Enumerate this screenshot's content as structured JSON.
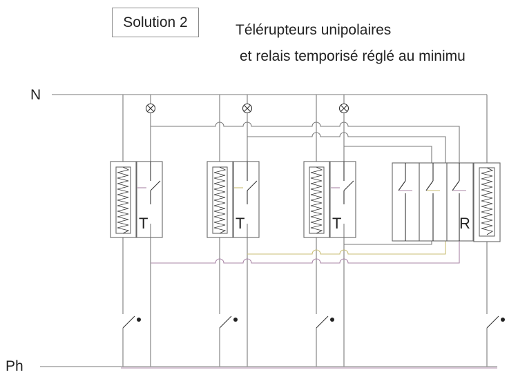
{
  "header": {
    "solution_label": "Solution 2",
    "title": "Télérupteurs unipolaires",
    "subtitle": "et relais temporisé réglé au minimu"
  },
  "lines": {
    "neutral_label": "N",
    "phase_label": "Ph"
  },
  "relays": [
    {
      "label": "T"
    },
    {
      "label": "T"
    },
    {
      "label": "T"
    },
    {
      "label": "R"
    }
  ],
  "colors": {
    "wire": "#7a7a7a",
    "wire_pink": "#a884a6",
    "wire_yellow": "#c8bd73"
  }
}
